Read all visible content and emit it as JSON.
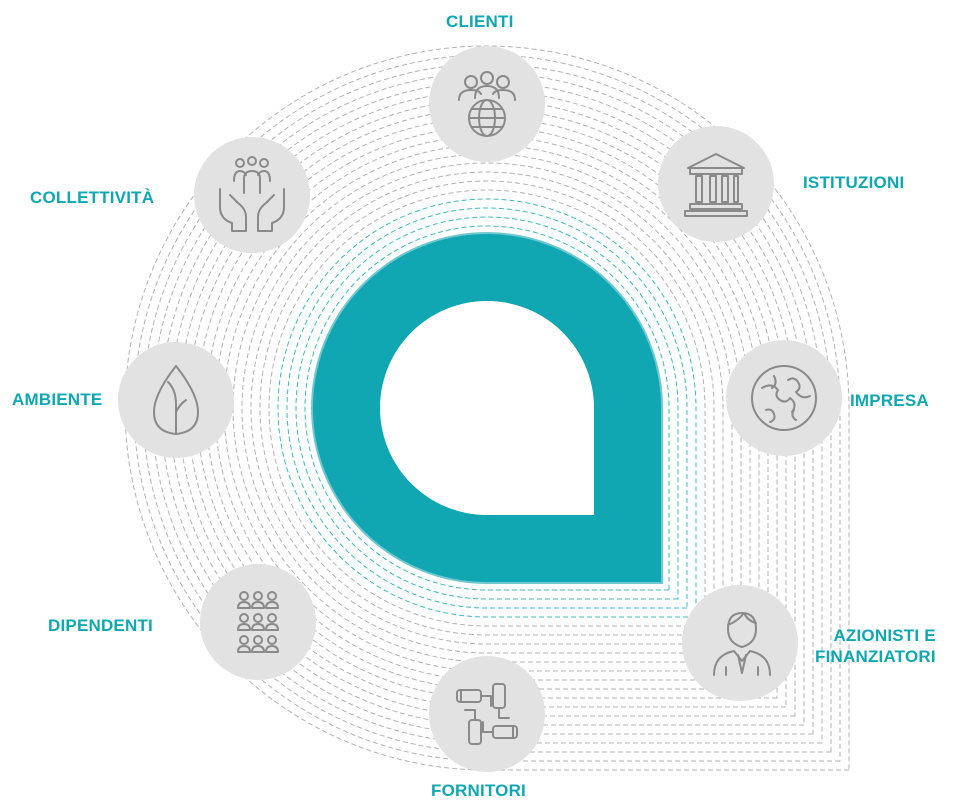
{
  "diagram": {
    "accent_color": "#10a7b2",
    "node_color": "#e2e2e2",
    "icon_color": "#8a8a8a",
    "stakeholders": [
      {
        "id": "clienti",
        "label": "CLIENTI",
        "icon": "people-globe-icon"
      },
      {
        "id": "istituzioni",
        "label": "ISTITUZIONI",
        "icon": "institution-building-icon"
      },
      {
        "id": "impresa",
        "label": "IMPRESA",
        "icon": "puzzle-icon"
      },
      {
        "id": "azionisti",
        "label": "AZIONISTI E\nFINANZIATORI",
        "icon": "businessman-icon"
      },
      {
        "id": "fornitori",
        "label": "FORNITORI",
        "icon": "joined-hands-icon"
      },
      {
        "id": "dipendenti",
        "label": "DIPENDENTI",
        "icon": "people-grid-icon"
      },
      {
        "id": "ambiente",
        "label": "AMBIENTE",
        "icon": "leaf-drop-icon"
      },
      {
        "id": "collettivita",
        "label": "COLLETTIVITÀ",
        "icon": "hands-community-icon"
      }
    ]
  }
}
